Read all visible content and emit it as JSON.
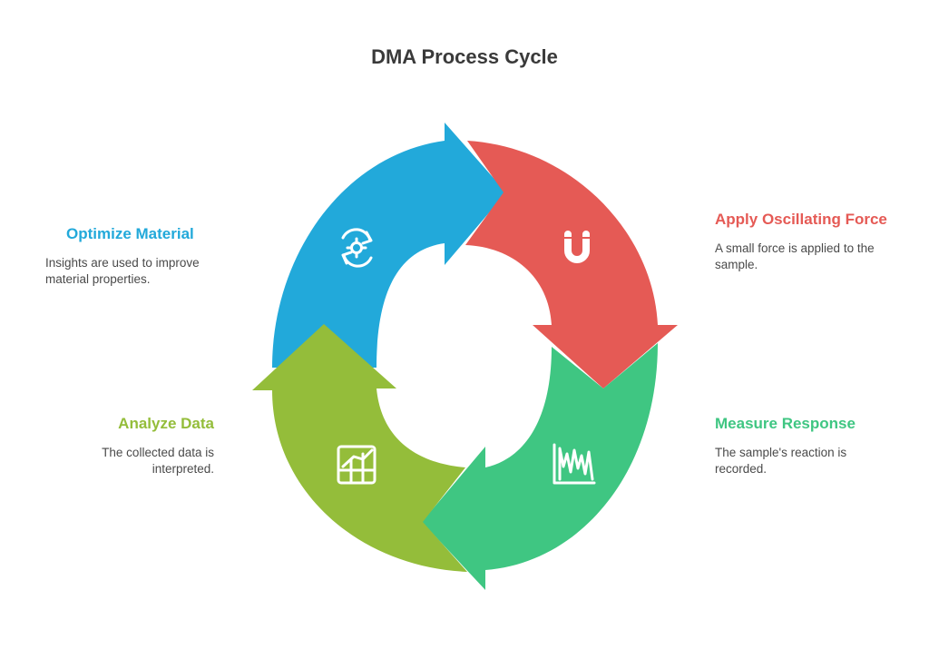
{
  "title": "DMA Process Cycle",
  "colors": {
    "blue": "#22a9da",
    "red": "#e55a55",
    "green": "#3fc682",
    "olive": "#94bd3a"
  },
  "steps": [
    {
      "heading": "Apply Oscillating Force",
      "description": "A small force is applied to the sample.",
      "color": "#e55a55",
      "icon": "magnet-icon"
    },
    {
      "heading": "Measure Response",
      "description": "The sample's reaction is recorded.",
      "color": "#3fc682",
      "icon": "waveform-chart-icon"
    },
    {
      "heading": "Analyze Data",
      "description": "The collected data is interpreted.",
      "color": "#94bd3a",
      "icon": "growth-chart-icon"
    },
    {
      "heading": "Optimize Material",
      "description": "Insights are used to improve material properties.",
      "color": "#22a9da",
      "icon": "gear-refresh-icon"
    }
  ]
}
